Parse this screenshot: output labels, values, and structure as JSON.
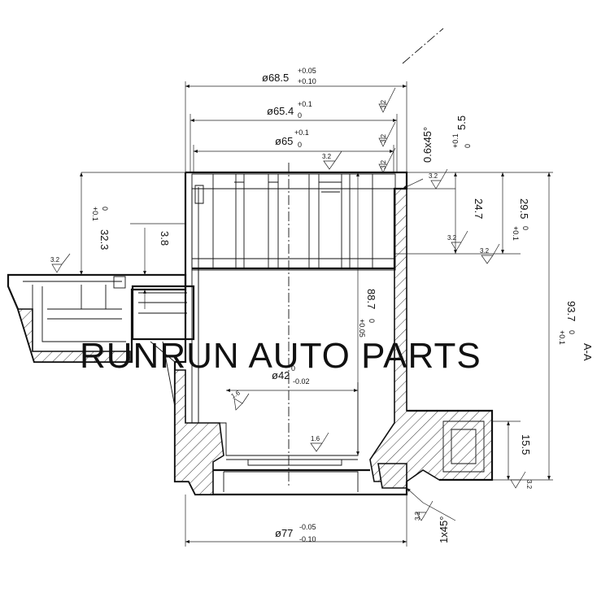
{
  "section_label": "A-A",
  "watermark": "RUNRUN AUTO PARTS",
  "dimensions": {
    "d_68_5": {
      "main": "ø68.5",
      "upper": "+0.05",
      "lower": "+0.10"
    },
    "d_65_4": {
      "main": "ø65.4",
      "upper": "+0.1",
      "lower": "0"
    },
    "d_65": {
      "main": "ø65",
      "upper": "+0.1",
      "lower": "0"
    },
    "chamfer_top": {
      "main": "0.6x45°"
    },
    "h_5_5": {
      "main": "5.5",
      "upper": "+0.1",
      "lower": "0"
    },
    "h_32_3": {
      "main": "32.3",
      "upper": "+0.1",
      "lower": "0"
    },
    "h_3_8": {
      "main": "3.8"
    },
    "h_24_7": {
      "main": "24.7"
    },
    "h_29_5": {
      "main": "29.5",
      "upper": "+0.1",
      "lower": "0"
    },
    "h_88_7": {
      "main": "88.7",
      "upper": "+0.05",
      "lower": "0"
    },
    "h_93_7": {
      "main": "93.7",
      "upper": "+0.1",
      "lower": "0"
    },
    "d_42": {
      "main": "ø42",
      "upper": "0",
      "lower": "-0.02"
    },
    "h_15_5": {
      "main": "15.5"
    },
    "d_77": {
      "main": "ø77",
      "upper": "-0.05",
      "lower": "-0.10"
    },
    "chamfer_bottom": {
      "main": "1x45°"
    }
  },
  "roughness": [
    "3.2",
    "3.2",
    "3.2",
    "3.2",
    "3.2",
    "3.2",
    "3.2",
    "3.2",
    "1.6",
    "1.6",
    "3.2",
    "3.2"
  ]
}
